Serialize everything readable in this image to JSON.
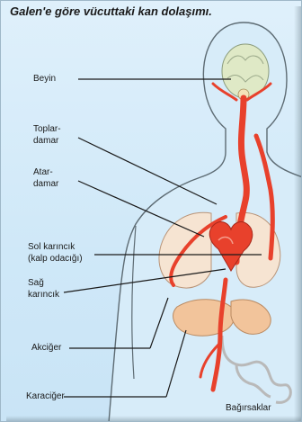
{
  "title": "Galen'e göre vücuttaki kan dolaşımı.",
  "labels": {
    "beyin": "Beyin",
    "toplar_1": "Toplar-",
    "toplar_2": "damar",
    "atar_1": "Atar-",
    "atar_2": "damar",
    "sol_1": "Sol karıncık",
    "sol_2": "(kalp odacığı)",
    "sag_1": "Sağ",
    "sag_2": "karıncık",
    "akciger": "Akciğer",
    "karaciger": "Karaciğer",
    "bagirsaklar": "Bağırsaklar"
  },
  "colors": {
    "vessel_red": "#e8412c",
    "organ_peach": "#f2c49b",
    "brain_green": "#dfe9c6",
    "body_fill": "#d7ecf9",
    "outline": "#5d6b73"
  }
}
